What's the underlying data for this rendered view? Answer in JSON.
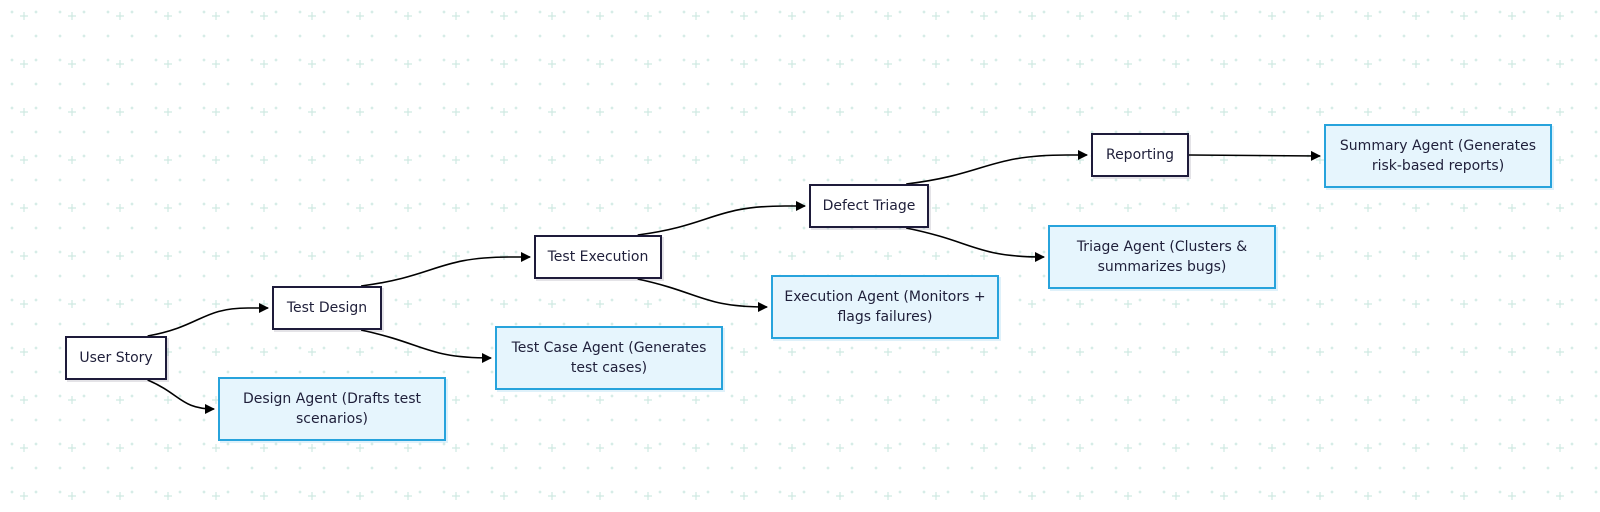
{
  "diagram": {
    "type": "flowchart",
    "colors": {
      "step_border": "#1e1b3a",
      "step_fill": "#ffffff",
      "agent_border": "#27a3dc",
      "agent_fill": "#e6f5fd",
      "edge": "#000000",
      "grid": "#cfe9e2"
    },
    "steps": {
      "user_story": "User Story",
      "test_design": "Test Design",
      "test_execution": "Test Execution",
      "defect_triage": "Defect Triage",
      "reporting": "Reporting"
    },
    "agents": {
      "design": "Design Agent (Drafts test scenarios)",
      "test_case": "Test Case Agent (Generates test cases)",
      "execution": "Execution Agent (Monitors + flags failures)",
      "triage": "Triage Agent (Clusters & summarizes bugs)",
      "summary": "Summary Agent (Generates risk-based reports)"
    },
    "edges": [
      {
        "from": "user_story",
        "to": "test_design"
      },
      {
        "from": "user_story",
        "to": "design"
      },
      {
        "from": "test_design",
        "to": "test_execution"
      },
      {
        "from": "test_design",
        "to": "test_case"
      },
      {
        "from": "test_execution",
        "to": "defect_triage"
      },
      {
        "from": "test_execution",
        "to": "execution"
      },
      {
        "from": "defect_triage",
        "to": "reporting"
      },
      {
        "from": "defect_triage",
        "to": "triage"
      },
      {
        "from": "reporting",
        "to": "summary"
      }
    ]
  }
}
